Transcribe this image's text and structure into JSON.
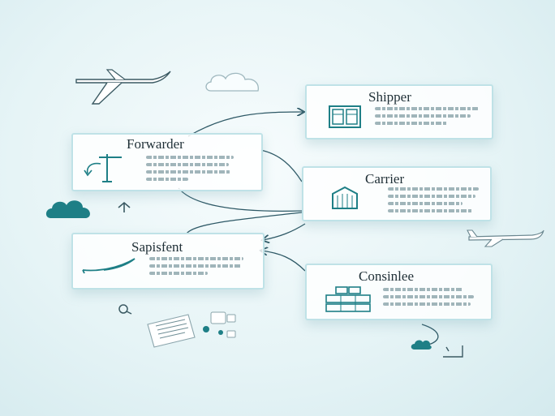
{
  "nodes": {
    "shipper": {
      "title": "Shipper",
      "icon": "warehouse-door-icon"
    },
    "forwarder": {
      "title": "Forwarder",
      "icon": "crane-icon"
    },
    "carrier": {
      "title": "Carrier",
      "icon": "cargo-building-icon"
    },
    "sapisfent": {
      "title": "Sapisfent",
      "icon": "ship-hull-icon"
    },
    "consinlee": {
      "title": "Consinlee",
      "icon": "container-stack-icon"
    }
  },
  "colors": {
    "accent": "#1e7f86",
    "line": "#2e5966",
    "card_border": "#bfe2e7"
  },
  "decorations": [
    "airplane-icon",
    "cloud-icon",
    "arrow-up-icon",
    "document-icon",
    "pin-icon"
  ]
}
